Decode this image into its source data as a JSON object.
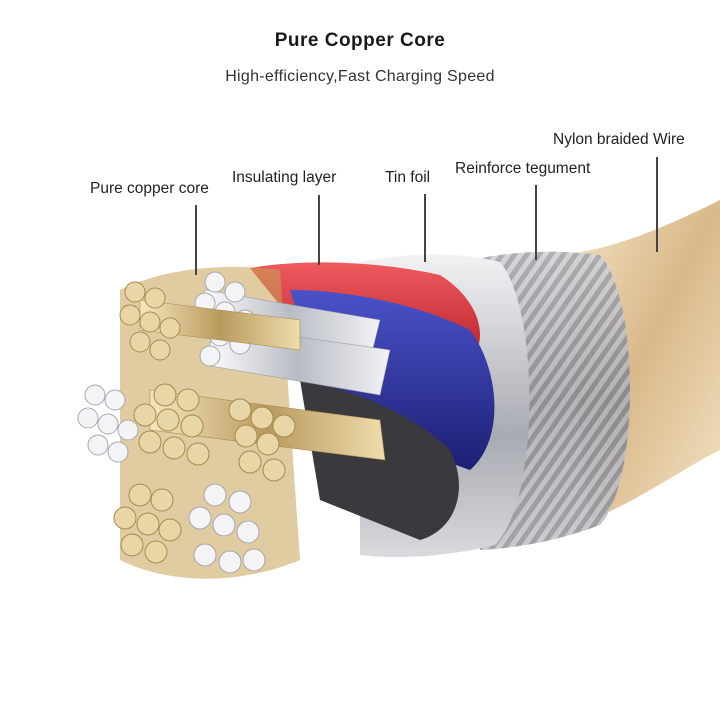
{
  "header": {
    "title": "Pure Copper Core",
    "subtitle": "High-efficiency,Fast Charging Speed"
  },
  "labels": {
    "pure_copper_core": "Pure copper core",
    "insulating_layer": "Insulating layer",
    "tin_foil": "Tin foil",
    "reinforce_tegument": "Reinforce tegument",
    "nylon_braided_wire": "Nylon braided Wire"
  },
  "colors": {
    "copper": "#d9c08a",
    "silver": "#e8e8ee",
    "red_insulation": "#d8363b",
    "blue_insulation": "#2a2f9e",
    "foil": "#c9ccd2",
    "braid": "#8a8a90",
    "nylon": "#e9d3a8"
  }
}
